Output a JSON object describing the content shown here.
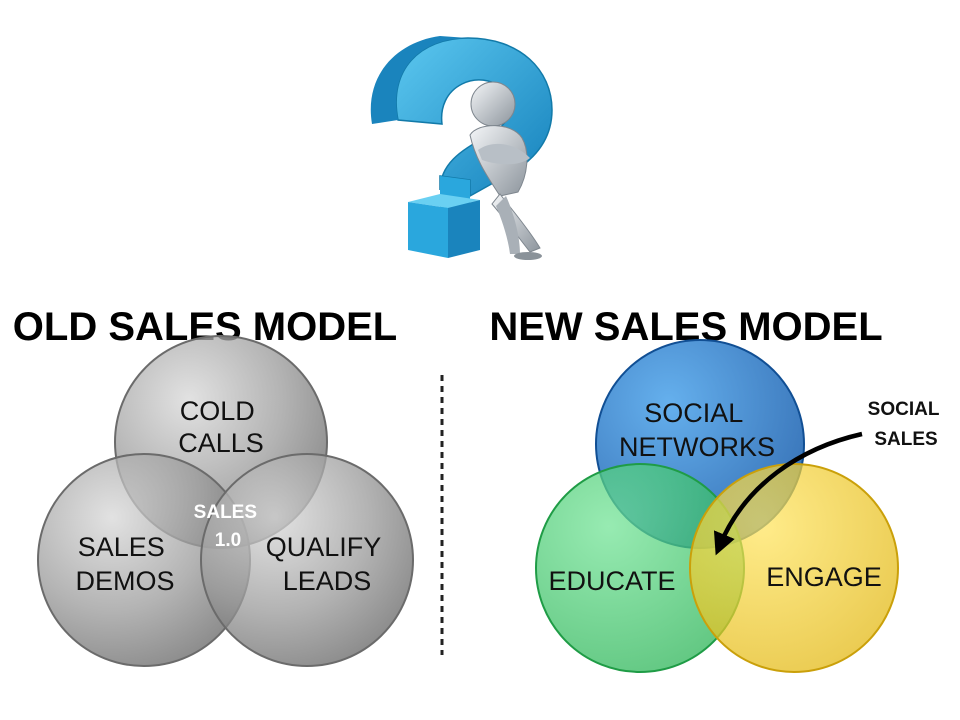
{
  "old_model": {
    "title": "OLD SALES MODEL",
    "circles": [
      {
        "lines": [
          "COLD",
          "CALLS"
        ]
      },
      {
        "lines": [
          "SALES",
          "DEMOS"
        ]
      },
      {
        "lines": [
          "QUALIFY",
          "LEADS"
        ]
      }
    ],
    "center_lines": [
      "SALES",
      "1.0"
    ]
  },
  "new_model": {
    "title": "NEW SALES MODEL",
    "circles": [
      {
        "lines": [
          "SOCIAL",
          "NETWORKS"
        ],
        "color": "#1f6fc9"
      },
      {
        "lines": [
          "EDUCATE"
        ],
        "color": "#3ccc6a"
      },
      {
        "lines": [
          "ENGAGE"
        ],
        "color": "#f2c81e"
      }
    ],
    "callout_lines": [
      "SOCIAL",
      "SALES"
    ]
  },
  "colors": {
    "old_fill": "#8f8f8f",
    "old_stroke": "#6b6b6b",
    "divider": "#222222",
    "title": "#000000",
    "qmark_main": "#2aa7dd",
    "qmark_dark": "#1b7fb3",
    "figure": "#cfd4d9"
  },
  "icons": {
    "hero": "question-mark-figure-icon",
    "callout_arrow": "curved-arrow-icon"
  }
}
